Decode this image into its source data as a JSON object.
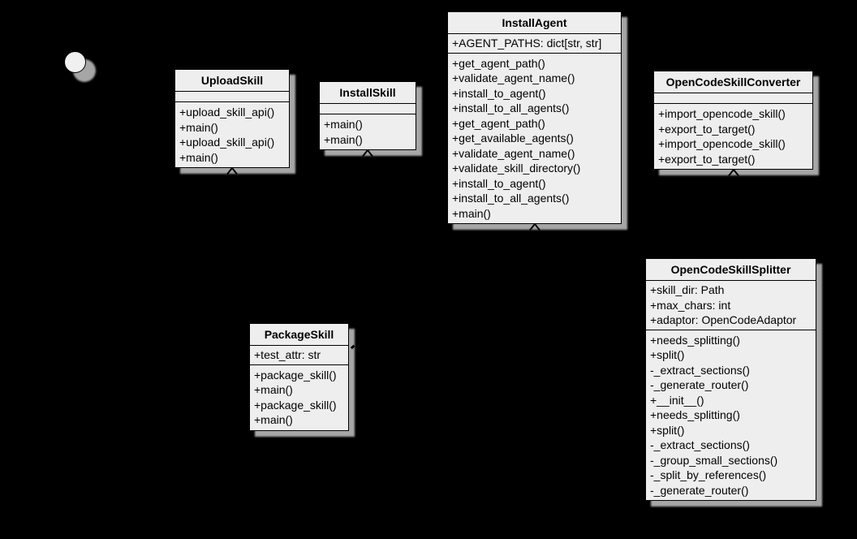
{
  "diagram": {
    "background_color": "#000000",
    "class_fill_color": "#EEEEEE",
    "border_color": "#000000",
    "shadow_color": "#A6A6A6",
    "icons": {
      "lollipop_circle": "interface-circle",
      "inheritance_arrowhead": "hollow-triangle-up-chevron",
      "dependency_dash": "dashed-line-fragment"
    },
    "classes": [
      {
        "name": "UploadSkill",
        "attributes": [],
        "methods": [
          "+upload_skill_api()",
          "+main()",
          "+upload_skill_api()",
          "+main()"
        ]
      },
      {
        "name": "InstallSkill",
        "attributes": [],
        "methods": [
          "+main()",
          "+main()"
        ]
      },
      {
        "name": "InstallAgent",
        "attributes": [
          "+AGENT_PATHS: dict[str, str]"
        ],
        "methods": [
          "+get_agent_path()",
          "+validate_agent_name()",
          "+install_to_agent()",
          "+install_to_all_agents()",
          "+get_agent_path()",
          "+get_available_agents()",
          "+validate_agent_name()",
          "+validate_skill_directory()",
          "+install_to_agent()",
          "+install_to_all_agents()",
          "+main()"
        ]
      },
      {
        "name": "OpenCodeSkillConverter",
        "attributes": [],
        "methods": [
          "+import_opencode_skill()",
          "+export_to_target()",
          "+import_opencode_skill()",
          "+export_to_target()"
        ]
      },
      {
        "name": "OpenCodeSkillSplitter",
        "attributes": [
          "+skill_dir: Path",
          "+max_chars: int",
          "+adaptor: OpenCodeAdaptor"
        ],
        "methods": [
          "+needs_splitting()",
          "+split()",
          "-_extract_sections()",
          "-_generate_router()",
          "+__init__()",
          "+needs_splitting()",
          "+split()",
          "-_extract_sections()",
          "-_group_small_sections()",
          "-_split_by_references()",
          "-_generate_router()"
        ]
      },
      {
        "name": "PackageSkill",
        "attributes": [
          "+test_attr: str"
        ],
        "methods": [
          "+package_skill()",
          "+main()",
          "+package_skill()",
          "+main()"
        ]
      }
    ]
  }
}
